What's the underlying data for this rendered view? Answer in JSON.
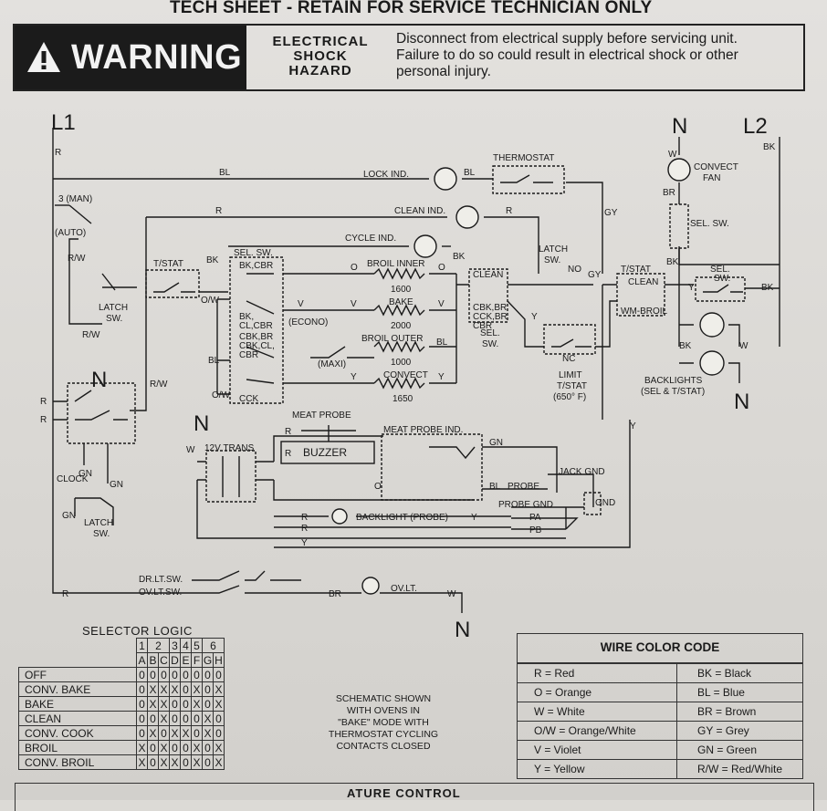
{
  "header": {
    "title": "TECH SHEET - RETAIN FOR SERVICE TECHNICIAN ONLY",
    "warning": "WARNING",
    "hazard": [
      "ELECTRICAL",
      "SHOCK",
      "HAZARD"
    ],
    "message": [
      "Disconnect from electrical supply before servicing unit.",
      "Failure to do so could result in electrical shock or other",
      "personal injury."
    ]
  },
  "diagram": {
    "lines": {
      "l1": "L1",
      "l2": "L2",
      "n": "N"
    },
    "wires": {
      "r": "R",
      "bl": "BL",
      "bk": "BK",
      "gy": "GY",
      "w": "W",
      "br": "BR",
      "v": "V",
      "y": "Y",
      "o": "O",
      "gn": "GN",
      "rw": "R/W",
      "ow": "O/W",
      "pa": "PA",
      "pb": "PB"
    },
    "components": {
      "lock_ind": "LOCK IND.",
      "clean_ind": "CLEAN IND.",
      "cycle_ind": "CYCLE IND.",
      "thermostat": "THERMOSTAT",
      "convect_fan": [
        "CONVECT",
        "FAN"
      ],
      "sel_sw": "SEL. SW.",
      "sel_sw2": [
        "SEL.",
        "SW."
      ],
      "latch_sw": [
        "LATCH",
        "SW."
      ],
      "tstat": "T/STAT",
      "tstat_clean": "T/STAT",
      "clean": "CLEAN",
      "wm_broil": "WM-BROIL",
      "broil_inner": "BROIL INNER",
      "broil_inner_w": "1600",
      "bake": "BAKE",
      "bake_w": "2000",
      "broil_outer": "BROIL OUTER",
      "broil_outer_w": "1000",
      "convect": "CONVECT",
      "convect_w": "1650",
      "limit": [
        "LIMIT",
        "T/STAT",
        "(650° F)"
      ],
      "nc": "NC",
      "no": "NO",
      "backlights": [
        "BACKLIGHTS",
        "(SEL & T/STAT)"
      ],
      "meat_probe": "MEAT PROBE",
      "buzzer": "BUZZER",
      "meat_probe_ind": "MEAT PROBE IND.",
      "trans": "12V TRANS",
      "jack_gnd": "JACK GND",
      "gnd": "GND",
      "probe": "PROBE",
      "probe_gnd": "PROBE GND",
      "backlight_probe": "BACKLIGHT (PROBE)",
      "clock": "CLOCK",
      "latch_sw_bottom": [
        "LATCH",
        "SW."
      ],
      "dr_lt_sw": "DR.LT.SW.",
      "ov_lt_sw": "OV.LT.SW.",
      "ov_lt": "OV.LT.",
      "man": "3 (MAN)",
      "auto": "(AUTO)",
      "econo": "(ECONO)",
      "maxi": "(MAXI)",
      "sel_sw_contacts": [
        "SEL. SW.",
        "BK,CBR",
        "BK,",
        "CL,CBR",
        "CBK,BR",
        "CBK,CL,",
        "CBR",
        "CCK"
      ],
      "sel_sw_clean": [
        "CLEAN",
        "CBK,BR",
        "CCK,BR",
        "CBR"
      ]
    }
  },
  "selector_logic": {
    "title": "SELECTOR LOGIC",
    "group_headers": [
      "1",
      "2",
      "3",
      "4",
      "5",
      "6"
    ],
    "col_headers": [
      "A",
      "B",
      "C",
      "D",
      "E",
      "F",
      "G",
      "H"
    ],
    "rows": [
      {
        "label": "OFF",
        "vals": [
          "0",
          "0",
          "0",
          "0",
          "0",
          "0",
          "0",
          "0"
        ]
      },
      {
        "label": "CONV. BAKE",
        "vals": [
          "0",
          "X",
          "X",
          "X",
          "0",
          "X",
          "0",
          "X"
        ]
      },
      {
        "label": "BAKE",
        "vals": [
          "0",
          "X",
          "X",
          "0",
          "0",
          "X",
          "0",
          "X"
        ]
      },
      {
        "label": "CLEAN",
        "vals": [
          "0",
          "0",
          "X",
          "0",
          "0",
          "0",
          "X",
          "0"
        ]
      },
      {
        "label": "CONV. COOK",
        "vals": [
          "0",
          "X",
          "0",
          "X",
          "X",
          "0",
          "X",
          "0"
        ]
      },
      {
        "label": "BROIL",
        "vals": [
          "X",
          "0",
          "X",
          "0",
          "0",
          "X",
          "0",
          "X"
        ]
      },
      {
        "label": "CONV. BROIL",
        "vals": [
          "X",
          "0",
          "X",
          "X",
          "0",
          "X",
          "0",
          "X"
        ]
      }
    ]
  },
  "note": [
    "SCHEMATIC SHOWN",
    "WITH OVENS IN",
    "\"BAKE\" MODE WITH",
    "THERMOSTAT CYCLING",
    "CONTACTS CLOSED"
  ],
  "wire_color_code": {
    "title": "WIRE COLOR CODE",
    "rows": [
      [
        "R = Red",
        "BK = Black"
      ],
      [
        "O = Orange",
        "BL = Blue"
      ],
      [
        "W = White",
        "BR = Brown"
      ],
      [
        "O/W = Orange/White",
        "GY = Grey"
      ],
      [
        "V = Violet",
        "GN = Green"
      ],
      [
        "Y = Yellow",
        "R/W = Red/White"
      ]
    ]
  },
  "footer": "ATURE CONTROL"
}
